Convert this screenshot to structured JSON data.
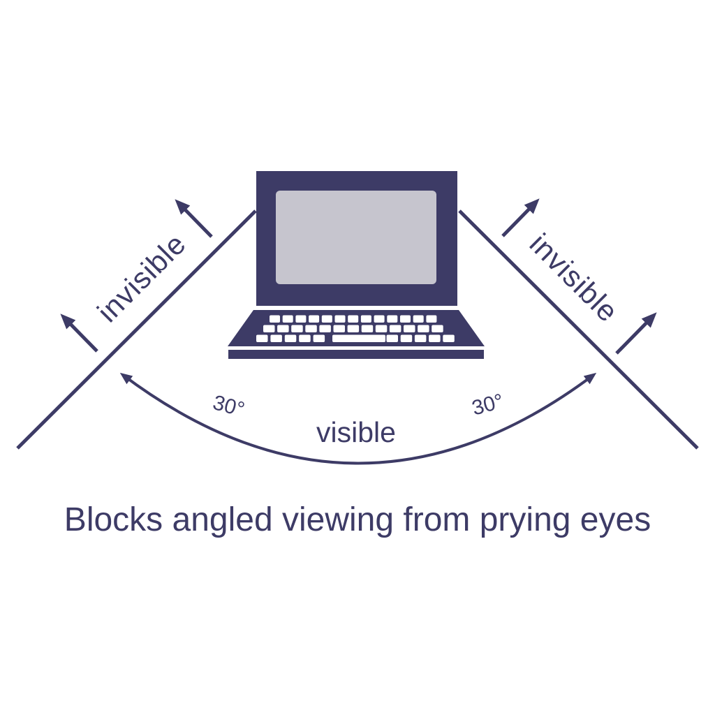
{
  "diagram": {
    "title": "privacy-screen viewing angle diagram",
    "labels": {
      "invisible_left": "invisible",
      "invisible_right": "invisible",
      "angle_left": "30°",
      "angle_right": "30°",
      "visible": "visible"
    },
    "caption": "Blocks angled viewing from prying eyes",
    "colors": {
      "navy": "#3d3b66",
      "screen_gray": "#c6c5ce",
      "key_white": "#ffffff",
      "background": "#ffffff"
    }
  }
}
